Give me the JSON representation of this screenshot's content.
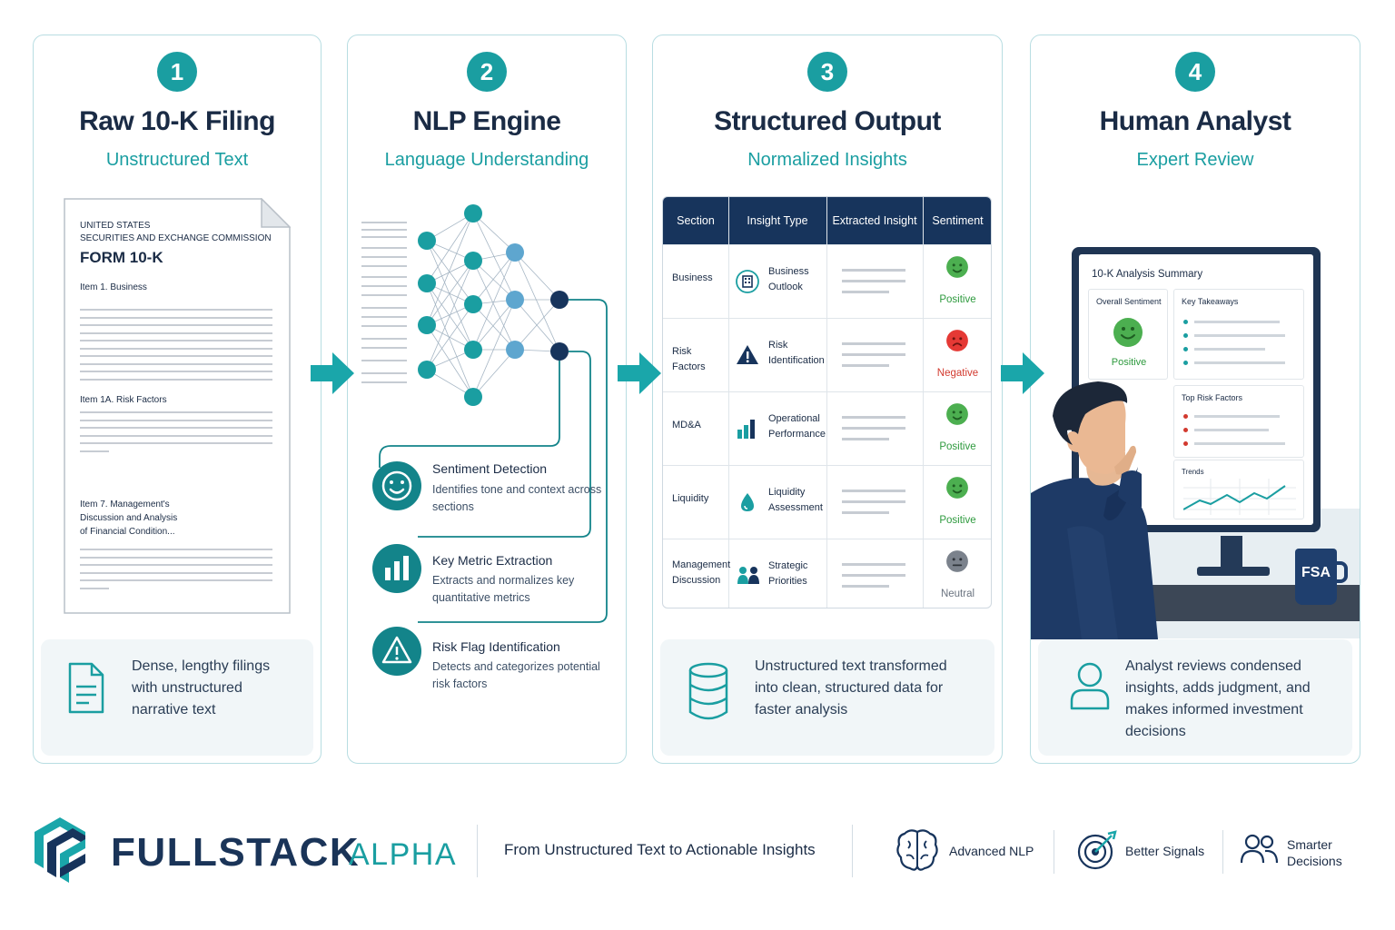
{
  "steps": [
    {
      "num": "1",
      "title": "Raw 10-K Filing",
      "subtitle": "Unstructured Text",
      "footer": "Dense, lengthy filings with unstructured narrative text",
      "footer_icon": "document-icon"
    },
    {
      "num": "2",
      "title": "NLP Engine",
      "subtitle": "Language Understanding"
    },
    {
      "num": "3",
      "title": "Structured Output",
      "subtitle": "Normalized Insights",
      "footer": "Unstructured text transformed into clean, structured data for faster analysis",
      "footer_icon": "database-icon"
    },
    {
      "num": "4",
      "title": "Human Analyst",
      "subtitle": "Expert Review",
      "footer": "Analyst reviews condensed insights, adds judgment, and makes informed investment decisions",
      "footer_icon": "user-icon"
    }
  ],
  "document": {
    "header1": "UNITED STATES",
    "header2": "SECURITIES AND EXCHANGE COMMISSION",
    "form": "FORM 10-K",
    "item1": "Item 1. Business",
    "item1a": "Item 1A. Risk Factors",
    "item7a": "Item 7. Management's",
    "item7b": "Discussion and Analysis",
    "item7c": "of Financial Condition..."
  },
  "nlp_features": [
    {
      "title": "Sentiment Detection",
      "desc": "Identifies tone and context across sections",
      "icon": "smile-icon"
    },
    {
      "title": "Key Metric Extraction",
      "desc": "Extracts and normalizes key quantitative metrics",
      "icon": "bar-chart-icon"
    },
    {
      "title": "Risk Flag Identification",
      "desc": "Detects and categorizes potential risk factors",
      "icon": "warning-icon"
    }
  ],
  "table": {
    "headers": [
      "Section",
      "Insight Type",
      "Extracted Insight",
      "Sentiment"
    ],
    "rows": [
      {
        "section": "Business",
        "insight": "Business Outlook",
        "icon": "building-icon",
        "sentiment": "Positive",
        "color": "#2e9a3e"
      },
      {
        "section": "Risk Factors",
        "insight": "Risk Identification",
        "icon": "warning-icon",
        "sentiment": "Negative",
        "color": "#d23a2f"
      },
      {
        "section": "MD&A",
        "insight": "Operational Performance",
        "icon": "bar-chart-icon",
        "sentiment": "Positive",
        "color": "#2e9a3e"
      },
      {
        "section": "Liquidity",
        "insight": "Liquidity Assessment",
        "icon": "droplet-icon",
        "sentiment": "Positive",
        "color": "#2e9a3e"
      },
      {
        "section": "Management Discussion",
        "insight": "Strategic Priorities",
        "icon": "people-icon",
        "sentiment": "Neutral",
        "color": "#6b7480"
      }
    ]
  },
  "monitor": {
    "title": "10-K Analysis Summary",
    "overall": "Overall Sentiment",
    "overall_value": "Positive",
    "takeaways": "Key Takeaways",
    "risks": "Top Risk Factors",
    "trends": "Trends",
    "mug": "FSA"
  },
  "brand": {
    "name1": "FULLSTACK",
    "name2": "ALPHA",
    "tagline": "From Unstructured Text to Actionable Insights",
    "badges": [
      {
        "label": "Advanced NLP",
        "icon": "brain-icon"
      },
      {
        "label": "Better Signals",
        "icon": "target-icon"
      },
      {
        "label": "Smarter Decisions",
        "icon": "people-icon"
      }
    ]
  },
  "colors": {
    "teal": "#1a9ea1",
    "navy": "#17345c",
    "positive": "#2e9a3e",
    "negative": "#d23a2f",
    "neutral": "#6b7480"
  }
}
